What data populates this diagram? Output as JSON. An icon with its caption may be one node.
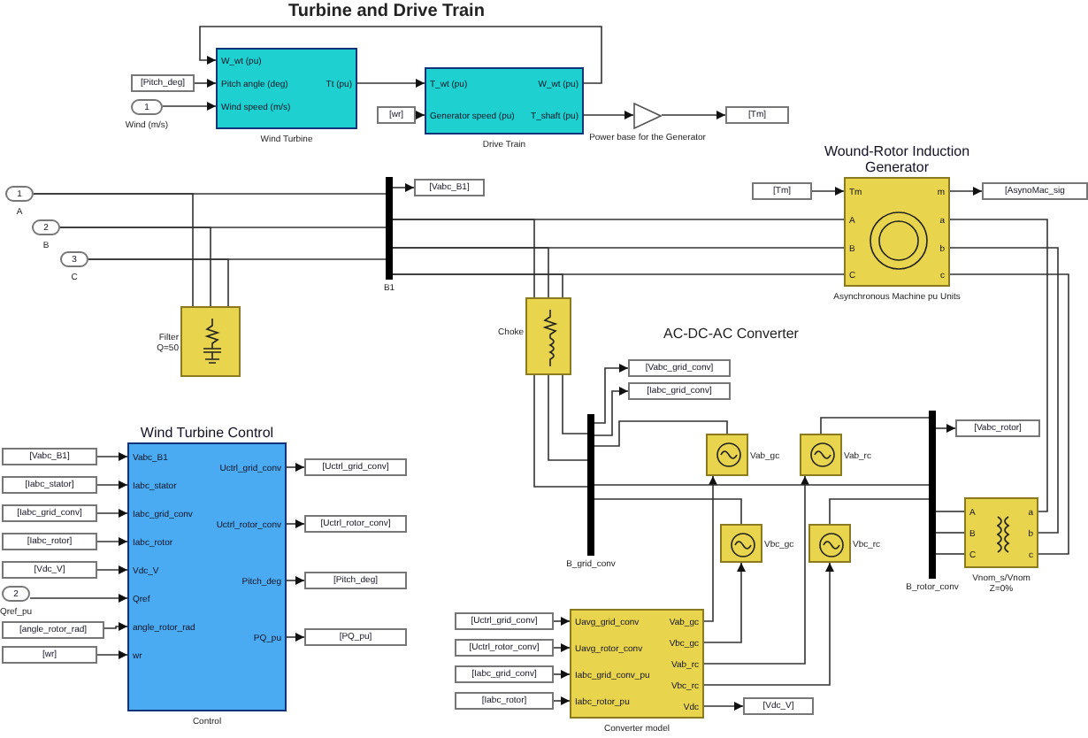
{
  "diagram": {
    "nodes": [
      {
        "text": [
          "W_wt (pu)",
          "Pitch angle (deg)",
          "Wind speed (m/s)",
          "Tt (pu)"
        ],
        "beside": [
          "Wind Turbine"
        ]
      },
      {
        "text": [
          "[Pitch_deg]"
        ]
      },
      {
        "text": [
          "1"
        ],
        "beside": [
          "Wind (m/s)"
        ]
      },
      {
        "text": [
          "T_wt (pu)",
          "Generator speed (pu)",
          "W_wt (pu)",
          "T_shaft (pu)"
        ],
        "beside": [
          "Drive Train"
        ]
      },
      {
        "text": [
          "[wr]"
        ]
      },
      {
        "text": [],
        "shape": "triangle",
        "beside": [
          "Power base for the Generator"
        ]
      },
      {
        "text": [
          "[Tm]"
        ]
      },
      {
        "text": [
          "1"
        ],
        "beside": [
          "A"
        ]
      },
      {
        "text": [
          "2"
        ],
        "beside": [
          "B"
        ]
      },
      {
        "text": [
          "3"
        ],
        "beside": [
          "C"
        ]
      },
      {
        "text": [],
        "shape": "box",
        "beside": [
          "Filter Q=50"
        ]
      },
      {
        "text": [],
        "shape": "bar",
        "beside": [
          "B1"
        ]
      },
      {
        "text": [
          "[Vabc_B1]"
        ]
      },
      {
        "text": [],
        "shape": "box",
        "beside": [
          "Choke"
        ]
      },
      {
        "text": [
          "[Tm]"
        ]
      },
      {
        "text": [
          "Wound-Rotor Induction Generator",
          "Tm",
          "m",
          "A",
          "B",
          "C",
          "a",
          "b",
          "c"
        ],
        "beside": [
          "Asynchronous Machine pu Units"
        ]
      },
      {
        "text": [
          "[AsynoMac_sig"
        ]
      },
      {
        "text": [
          "[Vabc_grid_conv]"
        ]
      },
      {
        "text": [
          "[Iabc_grid_conv]"
        ]
      },
      {
        "text": [],
        "shape": "bar",
        "beside": [
          "B_grid_conv"
        ]
      },
      {
        "text": [],
        "shape": "box",
        "beside": [
          "Vab_gc"
        ]
      },
      {
        "text": [],
        "shape": "box",
        "beside": [
          "Vbc_gc"
        ]
      },
      {
        "text": [],
        "shape": "box",
        "beside": [
          "Vab_rc"
        ]
      },
      {
        "text": [],
        "shape": "box",
        "beside": [
          "Vbc_rc"
        ]
      },
      {
        "text": [],
        "shape": "bar",
        "beside": [
          "B_rotor_conv"
        ]
      },
      {
        "text": [
          "[Vabc_rotor]"
        ]
      },
      {
        "text": [
          "A",
          "B",
          "C",
          "a",
          "b",
          "c"
        ],
        "beside": [
          "Vnom_s/Vnom Z=0%"
        ]
      },
      {
        "text": [
          "Uavg_grid_conv",
          "Uavg_rotor_conv",
          "Iabc_grid_conv_pu",
          "Iabc_rotor_pu",
          "Vab_gc",
          "Vbc_gc",
          "Vab_rc",
          "Vbc_rc",
          "Vdc"
        ],
        "beside": [
          "Converter model"
        ]
      },
      {
        "text": [
          "[Uctrl_grid_conv]"
        ]
      },
      {
        "text": [
          "[Uctrl_rotor_conv]"
        ]
      },
      {
        "text": [
          "[Iabc_grid_conv]"
        ]
      },
      {
        "text": [
          "[Iabc_rotor]"
        ]
      },
      {
        "text": [
          "[Vdc_V]"
        ]
      },
      {
        "text": [
          "Wind Turbine Control",
          "Vabc_B1",
          "Iabc_stator",
          "Iabc_grid_conv",
          "Iabc_rotor",
          "Vdc_V",
          "Qref",
          "angle_rotor_rad",
          "wr",
          "Uctrl_grid_conv",
          "Uctrl_rotor_conv",
          "Pitch_deg",
          "PQ_pu"
        ],
        "beside": [
          "Control"
        ]
      },
      {
        "text": [
          "[Vabc_B1]"
        ]
      },
      {
        "text": [
          "[Iabc_stator]"
        ]
      },
      {
        "text": [
          "[Iabc_grid_conv]"
        ]
      },
      {
        "text": [
          "[Iabc_rotor]"
        ]
      },
      {
        "text": [
          "[Vdc_V]"
        ]
      },
      {
        "text": [
          "2"
        ],
        "beside": [
          "Qref_pu"
        ]
      },
      {
        "text": [
          "[angle_rotor_rad]"
        ]
      },
      {
        "text": [
          "[wr]"
        ]
      },
      {
        "text": [
          "[Uctrl_grid_conv]"
        ]
      },
      {
        "text": [
          "[Uctrl_rotor_conv]"
        ]
      },
      {
        "text": [
          "[Pitch_deg]"
        ]
      },
      {
        "text": [
          "[PQ_pu]"
        ]
      }
    ],
    "edges": [
      {
        "from": 3,
        "to": 0,
        "arrow": "to"
      },
      {
        "from": 1,
        "to": 0,
        "arrow": "to"
      },
      {
        "from": 2,
        "to": 0,
        "arrow": "to"
      },
      {
        "from": 0,
        "to": 3,
        "arrow": "to"
      },
      {
        "from": 4,
        "to": 3,
        "arrow": "to"
      },
      {
        "from": 3,
        "to": 5,
        "arrow": "to"
      },
      {
        "from": 5,
        "to": 6,
        "arrow": "to"
      },
      {
        "from": 7,
        "to": 11,
        "arrow": "none"
      },
      {
        "from": 8,
        "to": 11,
        "arrow": "none"
      },
      {
        "from": 9,
        "to": 11,
        "arrow": "none"
      },
      {
        "from": 7,
        "to": 10,
        "arrow": "none"
      },
      {
        "from": 8,
        "to": 10,
        "arrow": "none"
      },
      {
        "from": 9,
        "to": 10,
        "arrow": "none"
      },
      {
        "from": 11,
        "to": 12,
        "arrow": "to"
      },
      {
        "from": 11,
        "to": 15,
        "arrow": "none"
      },
      {
        "from": 11,
        "to": 15,
        "arrow": "none"
      },
      {
        "from": 11,
        "to": 15,
        "arrow": "none"
      },
      {
        "from": 11,
        "to": 13,
        "arrow": "none"
      },
      {
        "from": 11,
        "to": 13,
        "arrow": "none"
      },
      {
        "from": 11,
        "to": 13,
        "arrow": "none"
      },
      {
        "from": 14,
        "to": 15,
        "arrow": "to"
      },
      {
        "from": 15,
        "to": 16,
        "arrow": "to"
      },
      {
        "from": 13,
        "to": 19,
        "arrow": "none"
      },
      {
        "from": 13,
        "to": 19,
        "arrow": "none"
      },
      {
        "from": 13,
        "to": 19,
        "arrow": "none"
      },
      {
        "from": 19,
        "to": 17,
        "arrow": "to"
      },
      {
        "from": 19,
        "to": 18,
        "arrow": "to"
      },
      {
        "from": 19,
        "to": 20,
        "arrow": "none"
      },
      {
        "from": 19,
        "to": 21,
        "arrow": "none"
      },
      {
        "from": 24,
        "to": 22,
        "arrow": "none"
      },
      {
        "from": 24,
        "to": 23,
        "arrow": "none"
      },
      {
        "from": 27,
        "to": 20,
        "arrow": "to"
      },
      {
        "from": 27,
        "to": 21,
        "arrow": "to"
      },
      {
        "from": 27,
        "to": 22,
        "arrow": "to"
      },
      {
        "from": 27,
        "to": 23,
        "arrow": "to"
      },
      {
        "from": 24,
        "to": 25,
        "arrow": "to"
      },
      {
        "from": 24,
        "to": 26,
        "arrow": "none"
      },
      {
        "from": 24,
        "to": 26,
        "arrow": "none"
      },
      {
        "from": 24,
        "to": 26,
        "arrow": "none"
      },
      {
        "from": 15,
        "to": 26,
        "arrow": "none"
      },
      {
        "from": 15,
        "to": 26,
        "arrow": "none"
      },
      {
        "from": 15,
        "to": 26,
        "arrow": "none"
      },
      {
        "from": 27,
        "to": 32,
        "arrow": "to"
      },
      {
        "from": 28,
        "to": 27,
        "arrow": "to"
      },
      {
        "from": 29,
        "to": 27,
        "arrow": "to"
      },
      {
        "from": 30,
        "to": 27,
        "arrow": "to"
      },
      {
        "from": 31,
        "to": 27,
        "arrow": "to"
      },
      {
        "from": 34,
        "to": 33,
        "arrow": "to"
      },
      {
        "from": 35,
        "to": 33,
        "arrow": "to"
      },
      {
        "from": 36,
        "to": 33,
        "arrow": "to"
      },
      {
        "from": 37,
        "to": 33,
        "arrow": "to"
      },
      {
        "from": 38,
        "to": 33,
        "arrow": "to"
      },
      {
        "from": 39,
        "to": 33,
        "arrow": "to"
      },
      {
        "from": 40,
        "to": 33,
        "arrow": "to"
      },
      {
        "from": 41,
        "to": 33,
        "arrow": "to"
      },
      {
        "from": 33,
        "to": 42,
        "arrow": "to"
      },
      {
        "from": 33,
        "to": 43,
        "arrow": "to"
      },
      {
        "from": 33,
        "to": 44,
        "arrow": "to"
      },
      {
        "from": 33,
        "to": 45,
        "arrow": "to"
      },
      {
        "from": 19,
        "to": 24,
        "arrow": "none"
      }
    ],
    "labels": [
      "Turbine and Drive Train",
      "AC-DC-AC Converter"
    ]
  }
}
